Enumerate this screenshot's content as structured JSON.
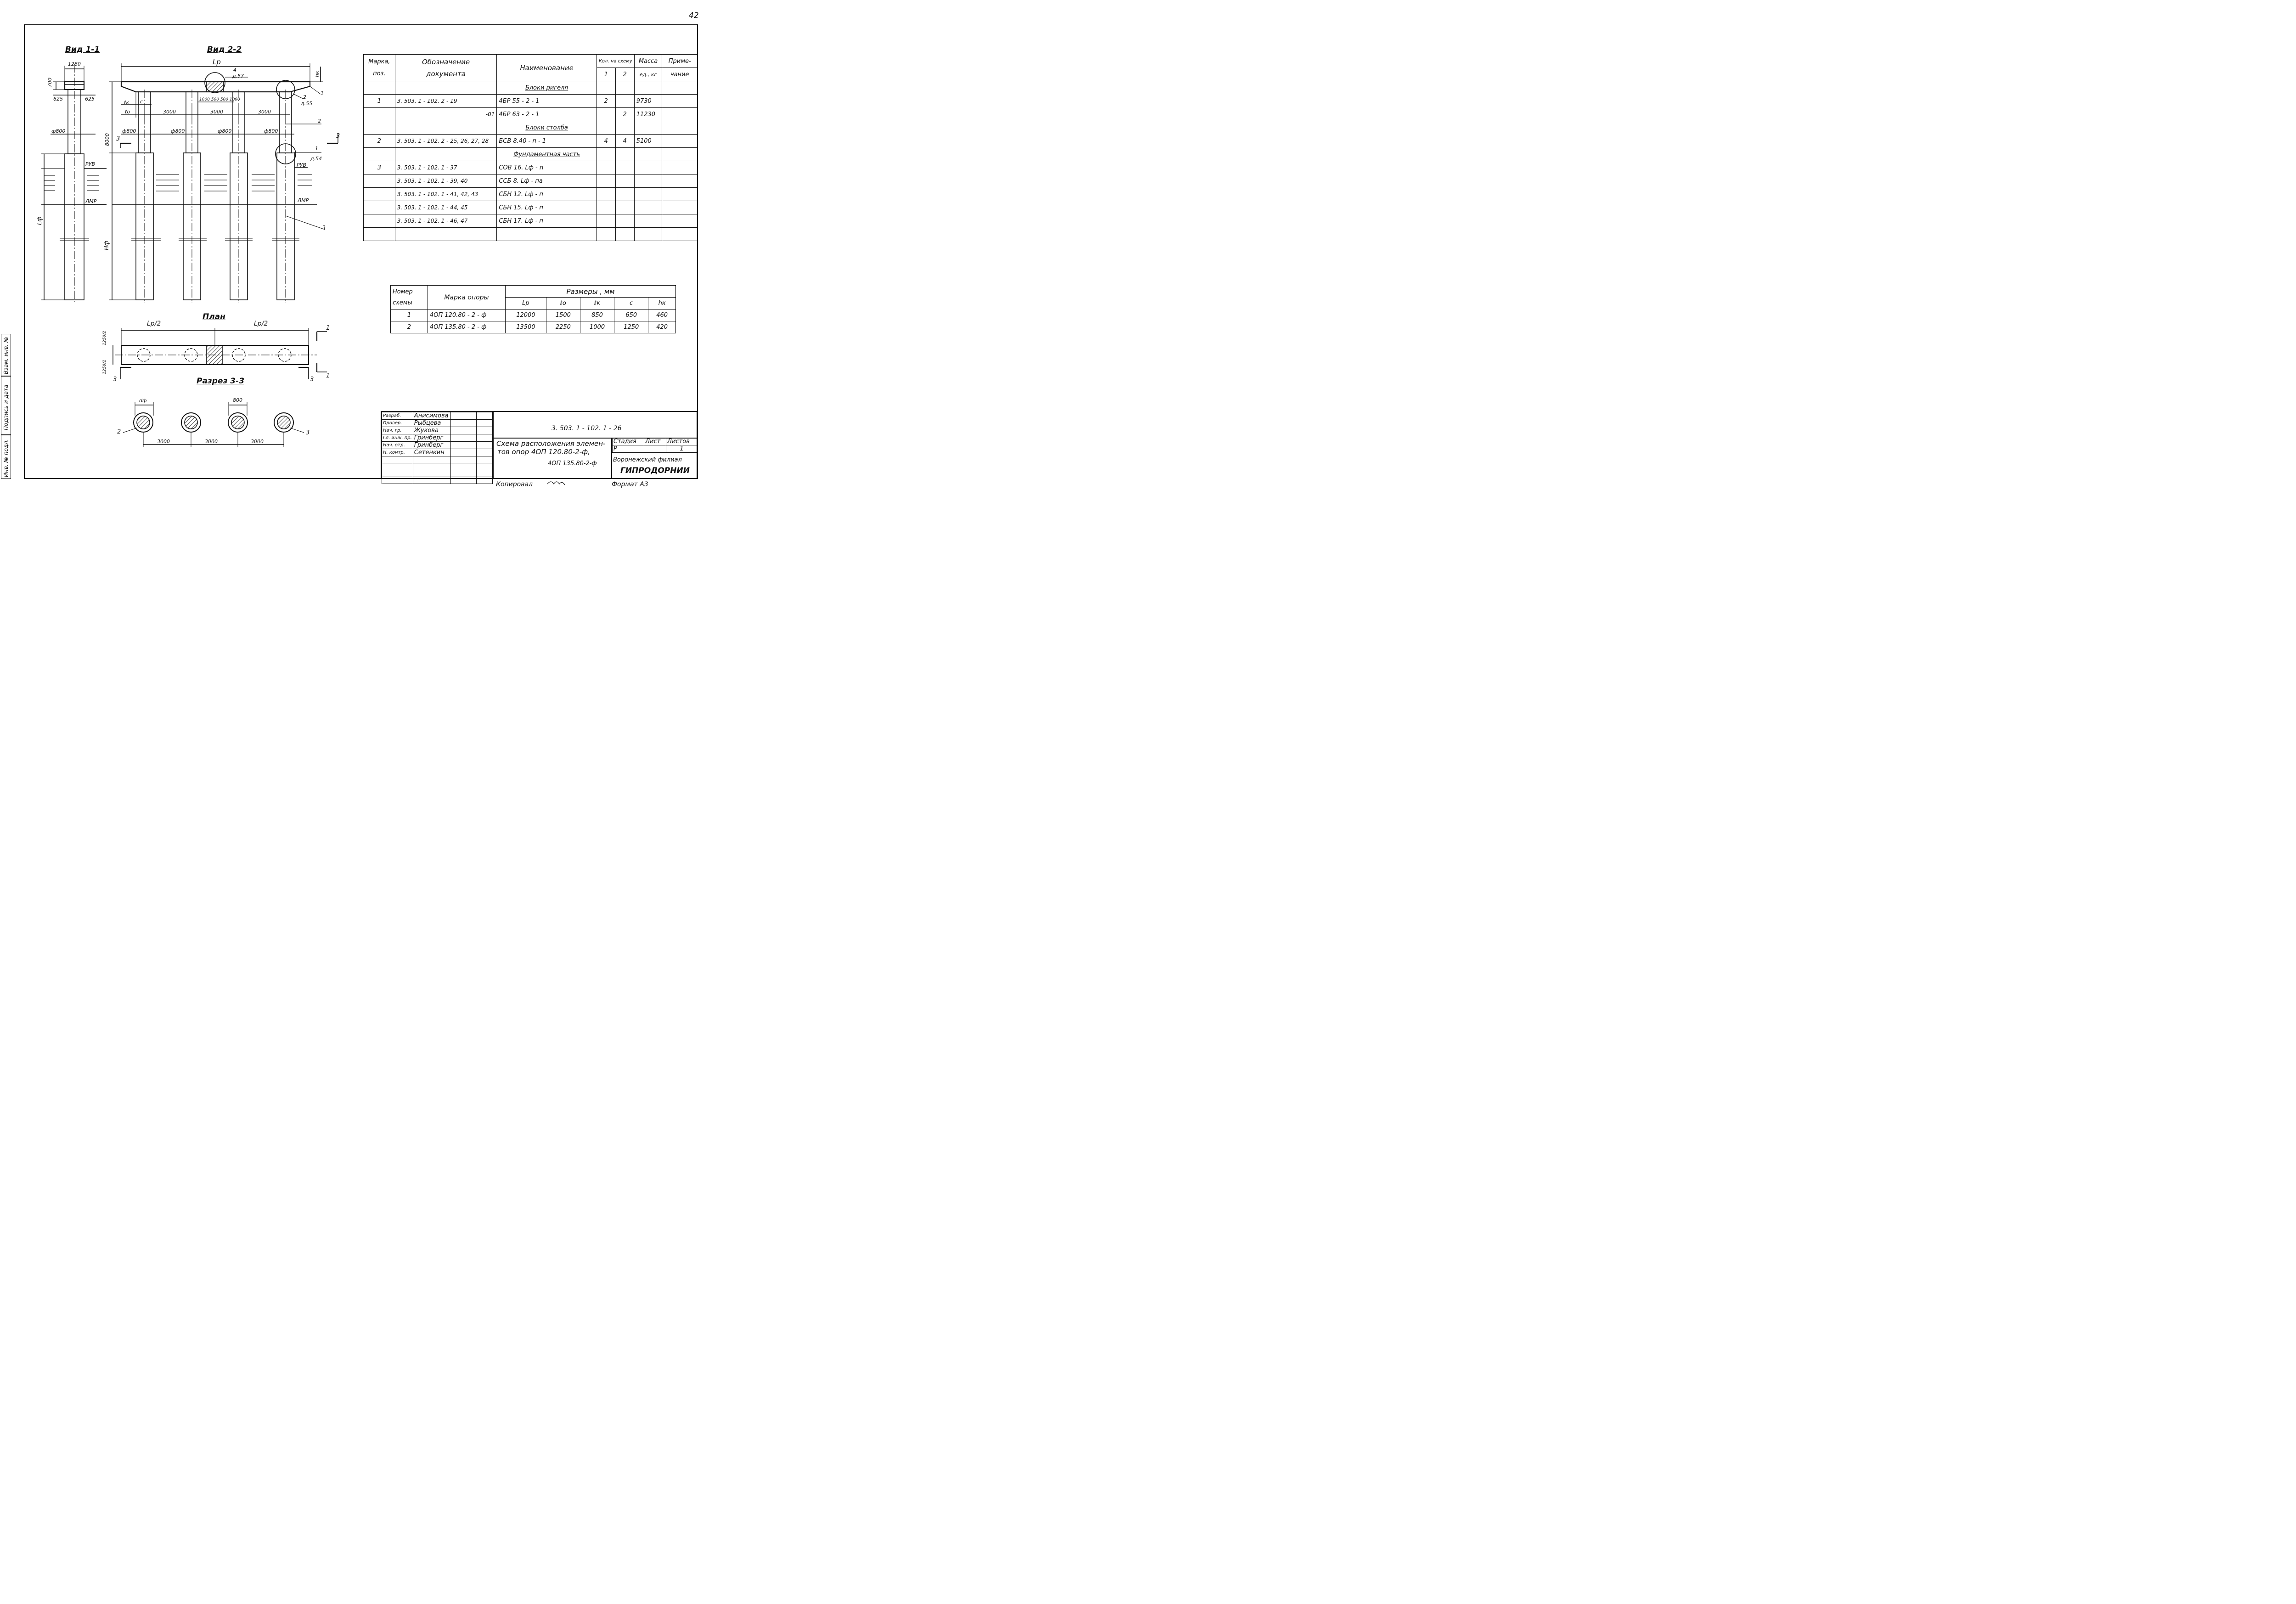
{
  "page_number": "42",
  "views": {
    "view11": "Вид 1-1",
    "view22": "Вид 2-2",
    "plan": "План",
    "section": "Разрез 3-3"
  },
  "labels": {
    "w1260": "1260",
    "h700": "700",
    "d625a": "625",
    "d625b": "625",
    "phi800": "ф800",
    "ruv": "РУВ",
    "lmr": "ЛМР",
    "lf": "Lф",
    "hf": "Hф",
    "lp": "Lр",
    "hk": "hк",
    "lk": "ℓк",
    "c": "с",
    "lo": "ℓо",
    "d3000": "3000",
    "d8000": "8000",
    "dsmall": "1000 500 500 1000",
    "n4": "4",
    "d57": "д.57",
    "n2": "2",
    "d55": "д.55",
    "n1": "1",
    "d54": "д.54",
    "n3": "3",
    "lp2": "Lр/2",
    "d1250": "1250/2",
    "df": "dф",
    "d800": "800"
  },
  "spec_table": {
    "headers": {
      "mark": "Марка, поз.",
      "mark_a": "Марка,",
      "mark_b": "поз.",
      "doc_a": "Обозначение",
      "doc_b": "документа",
      "name": "Наименование",
      "qty": "Кол. на схему",
      "q1": "1",
      "q2": "2",
      "mass_a": "Масса",
      "mass_b": "ед., кг",
      "note_a": "Приме-",
      "note_b": "чание"
    },
    "rows": [
      {
        "mark": "",
        "doc": "",
        "name": "Блоки ригеля",
        "q1": "",
        "q2": "",
        "mass": "",
        "note": "",
        "section": true
      },
      {
        "mark": "1",
        "doc": "3. 503. 1 - 102. 2 - 19",
        "name": "4БР 55 - 2 - 1",
        "q1": "2",
        "q2": "",
        "mass": "9730",
        "note": ""
      },
      {
        "mark": "",
        "doc": "-01",
        "name": "4БР 63 - 2 - 1",
        "q1": "",
        "q2": "2",
        "mass": "11230",
        "note": ""
      },
      {
        "mark": "",
        "doc": "",
        "name": "Блоки столба",
        "q1": "",
        "q2": "",
        "mass": "",
        "note": "",
        "section": true
      },
      {
        "mark": "2",
        "doc": "3. 503. 1 - 102. 2 - 25, 26, 27, 28",
        "name": "БСВ 8.40 - п - 1",
        "q1": "4",
        "q2": "4",
        "mass": "5100",
        "note": ""
      },
      {
        "mark": "",
        "doc": "",
        "name": "Фундаментная часть",
        "q1": "",
        "q2": "",
        "mass": "",
        "note": "",
        "section": true
      },
      {
        "mark": "3",
        "doc": "3. 503. 1 - 102. 1 - 37",
        "name": "СОВ 16. Lф - п",
        "q1": "",
        "q2": "",
        "mass": "",
        "note": ""
      },
      {
        "mark": "",
        "doc": "3. 503. 1 - 102. 1 - 39, 40",
        "name": "ССБ 8. Lф - па",
        "q1": "",
        "q2": "",
        "mass": "",
        "note": ""
      },
      {
        "mark": "",
        "doc": "3. 503. 1 - 102. 1 - 41, 42, 43",
        "name": "СБН 12. Lф - п",
        "q1": "",
        "q2": "",
        "mass": "",
        "note": ""
      },
      {
        "mark": "",
        "doc": "3. 503. 1 - 102. 1 - 44, 45",
        "name": "СБН 15. Lф - п",
        "q1": "",
        "q2": "",
        "mass": "",
        "note": ""
      },
      {
        "mark": "",
        "doc": "3. 503. 1 - 102. 1 - 46, 47",
        "name": "СБН 17. Lф - п",
        "q1": "",
        "q2": "",
        "mass": "",
        "note": ""
      },
      {
        "mark": "",
        "doc": "",
        "name": "",
        "q1": "",
        "q2": "",
        "mass": "",
        "note": ""
      }
    ]
  },
  "dims_table": {
    "headers": {
      "scheme_a": "Номер",
      "scheme_b": "схемы",
      "mark": "Марка опоры",
      "sizes": "Размеры , мм",
      "lp": "Lр",
      "lo": "ℓо",
      "lk": "ℓк",
      "c": "с",
      "hk": "hк"
    },
    "rows": [
      {
        "n": "1",
        "mark": "4ОП 120.80 - 2 - ф",
        "lp": "12000",
        "lo": "1500",
        "lk": "850",
        "c": "650",
        "hk": "460"
      },
      {
        "n": "2",
        "mark": "4ОП 135.80 - 2 - ф",
        "lp": "13500",
        "lo": "2250",
        "lk": "1000",
        "c": "1250",
        "hk": "420"
      }
    ]
  },
  "stamp": {
    "people": [
      {
        "role": "Разраб.",
        "name": "Анисимова"
      },
      {
        "role": "Провер.",
        "name": "Рыбцева"
      },
      {
        "role": "Нач. гр.",
        "name": "Жукова"
      },
      {
        "role": "Гл. инж. пр.",
        "name": "Гринберг"
      },
      {
        "role": "Нач. отд.",
        "name": "Гринберг"
      },
      {
        "role": "Н. контр.",
        "name": "Сетенкин"
      }
    ],
    "code": "3. 503. 1 - 102. 1 - 26",
    "title1": "Схема расположения элемен-",
    "title2": "тов опор 4ОП 120.80-2-ф,",
    "title3": "4ОП 135.80-2-ф",
    "stage_label": "Стадия",
    "sheet_label": "Лист",
    "sheets_label": "Листов",
    "stage": "Р",
    "sheets": "1",
    "org1": "Воронежский филиал",
    "org2": "ГИПРОДОРНИИ"
  },
  "side_stamp": {
    "inv": "Инв. № подл.",
    "sign": "Подпись и дата",
    "vzam": "Взам. инв. №"
  },
  "footer": {
    "copied": "Копировал",
    "format": "Формат А3"
  }
}
